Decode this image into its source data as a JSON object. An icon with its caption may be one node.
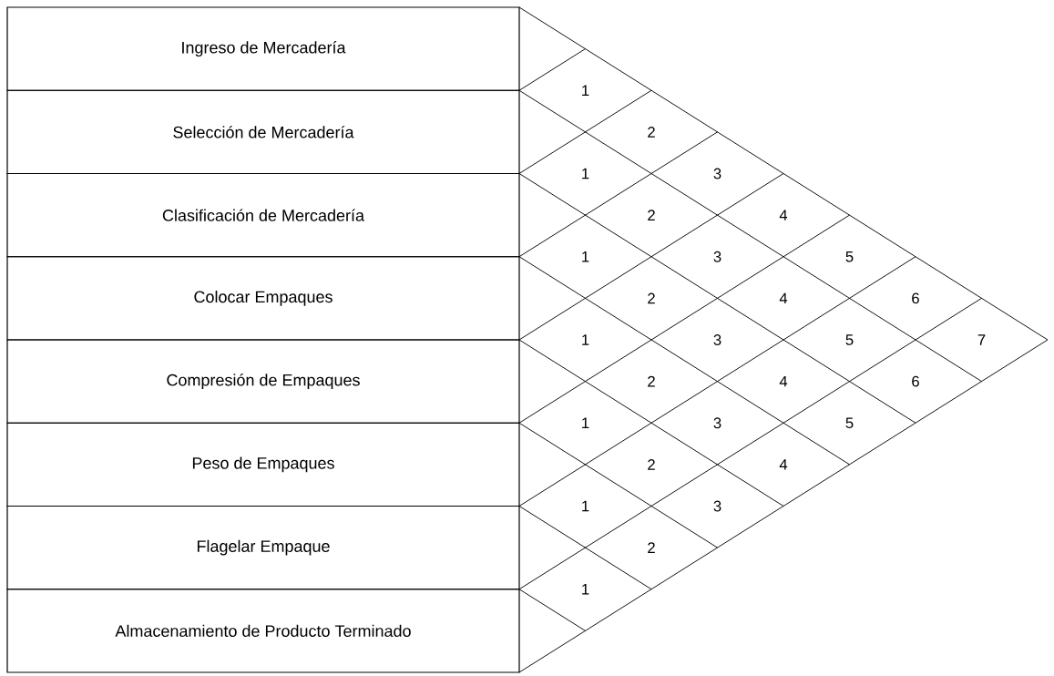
{
  "diagram": {
    "nodes": [
      {
        "text": [
          "Ingreso de Mercadería"
        ]
      },
      {
        "text": [
          "Selección de Mercadería"
        ]
      },
      {
        "text": [
          "Clasificación de Mercadería"
        ]
      },
      {
        "text": [
          "Colocar Empaques"
        ]
      },
      {
        "text": [
          "Compresión de Empaques"
        ]
      },
      {
        "text": [
          "Peso de Empaques"
        ]
      },
      {
        "text": [
          "Flagelar Empaque"
        ]
      },
      {
        "text": [
          "Almacenamiento de Producto Terminado"
        ]
      }
    ],
    "labels": [
      "1",
      "2",
      "1",
      "3",
      "2",
      "4",
      "1",
      "3",
      "5",
      "2",
      "4",
      "6",
      "1",
      "3",
      "5",
      "7",
      "2",
      "4",
      "6",
      "1",
      "3",
      "5",
      "2",
      "4",
      "1",
      "3",
      "2",
      "1"
    ]
  }
}
